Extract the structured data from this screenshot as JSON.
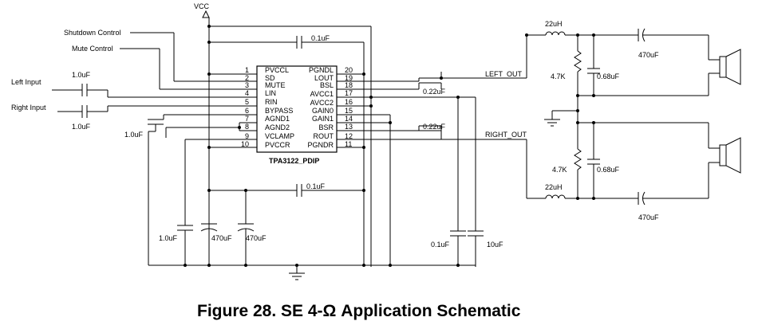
{
  "supply": {
    "vcc": "VCC"
  },
  "controls": {
    "shutdown": "Shutdown Control",
    "mute": "Mute Control"
  },
  "inputs": {
    "left": "Left Input",
    "right": "Right Input"
  },
  "chip": {
    "name": "TPA3122_PDIP",
    "left_pins": [
      {
        "num": "1",
        "name": "PVCCL"
      },
      {
        "num": "2",
        "name": "SD"
      },
      {
        "num": "3",
        "name": "MUTE"
      },
      {
        "num": "4",
        "name": "LIN"
      },
      {
        "num": "5",
        "name": "RIN"
      },
      {
        "num": "6",
        "name": "BYPASS"
      },
      {
        "num": "7",
        "name": "AGND1"
      },
      {
        "num": "8",
        "name": "AGND2"
      },
      {
        "num": "9",
        "name": "VCLAMP"
      },
      {
        "num": "10",
        "name": "PVCCR"
      }
    ],
    "right_pins": [
      {
        "num": "20",
        "name": "PGNDL"
      },
      {
        "num": "19",
        "name": "LOUT"
      },
      {
        "num": "18",
        "name": "BSL"
      },
      {
        "num": "17",
        "name": "AVCC1"
      },
      {
        "num": "16",
        "name": "AVCC2"
      },
      {
        "num": "15",
        "name": "GAIN0"
      },
      {
        "num": "14",
        "name": "GAIN1"
      },
      {
        "num": "13",
        "name": "BSR"
      },
      {
        "num": "12",
        "name": "ROUT"
      },
      {
        "num": "11",
        "name": "PGNDR"
      }
    ]
  },
  "components": {
    "cap_top": "0.1uF",
    "cap_lin": "1.0uF",
    "cap_rin": "1.0uF",
    "cap_bypass": "1.0uF",
    "cap_bsl": "0.22uF",
    "cap_bsr": "0.22uF",
    "cap_mid": "0.1uF",
    "cap_vclamp": "1.0uF",
    "cap_bulk1": "470uF",
    "cap_bulk2": "470uF",
    "cap_avcc": "0.1uF",
    "cap_avcc_bulk": "10uF",
    "ind_left": "22uH",
    "ind_right": "22uH",
    "res_left": "4.7K",
    "res_right": "4.7K",
    "cap_snub_left": "0.68uF",
    "cap_snub_right": "0.68uF",
    "cap_out_left": "470uF",
    "cap_out_right": "470uF"
  },
  "nets": {
    "left_out": "LEFT_OUT",
    "right_out": "RIGHT_OUT"
  },
  "caption": "Figure 28. SE 4-Ω Application Schematic"
}
